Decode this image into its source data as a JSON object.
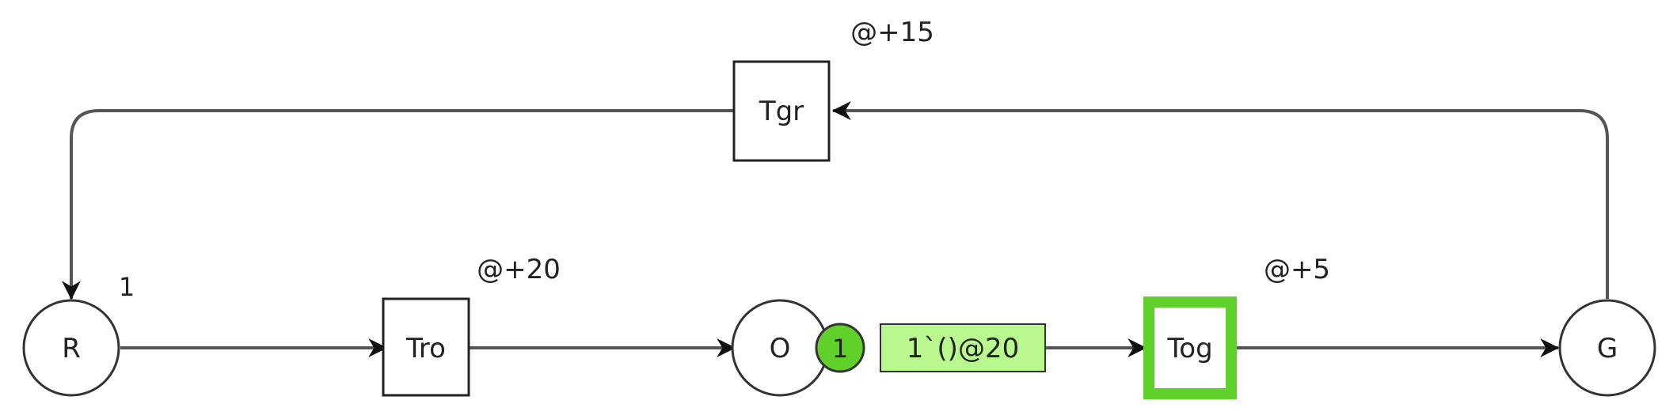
{
  "places": {
    "r": {
      "name": "R",
      "initial_marking": "1"
    },
    "o": {
      "name": "O",
      "token_count": "1",
      "marking": "1`()@20"
    },
    "g": {
      "name": "G"
    }
  },
  "transitions": {
    "tro": {
      "name": "Tro",
      "delay": "@+20"
    },
    "tog": {
      "name": "Tog",
      "delay": "@+5",
      "enabled": true
    },
    "tgr": {
      "name": "Tgr",
      "delay": "@+15"
    }
  },
  "colors": {
    "enabled_green": "#5fd12a",
    "marking_fill": "#b9f78f",
    "line": "#555555"
  }
}
